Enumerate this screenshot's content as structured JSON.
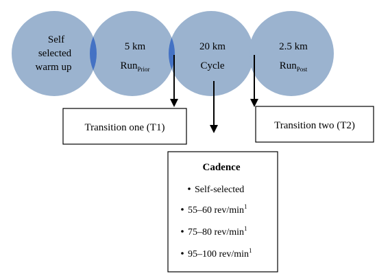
{
  "colors": {
    "circle_fill": "#9bb3cf",
    "overlap_fill": "#4472c4",
    "text": "#000000",
    "box_border": "#000000",
    "box_fill": "#ffffff"
  },
  "stages": [
    {
      "lines": [
        "Self",
        "selected",
        "warm up"
      ],
      "sub": ""
    },
    {
      "main": "5 km",
      "run": "Run",
      "sub": "Prior"
    },
    {
      "main": "20 km",
      "second": "Cycle"
    },
    {
      "main": "2.5 km",
      "run": "Run",
      "sub": "Post"
    }
  ],
  "transitions": {
    "t1": "Transition one (T1)",
    "t2": "Transition two (T2)"
  },
  "cadence": {
    "title": "Cadence",
    "items": [
      {
        "text": "Self-selected",
        "sup": ""
      },
      {
        "text": "55–60 rev/min",
        "sup": "1"
      },
      {
        "text": "75–80 rev/min",
        "sup": "1"
      },
      {
        "text": "95–100 rev/min",
        "sup": "1"
      }
    ]
  }
}
